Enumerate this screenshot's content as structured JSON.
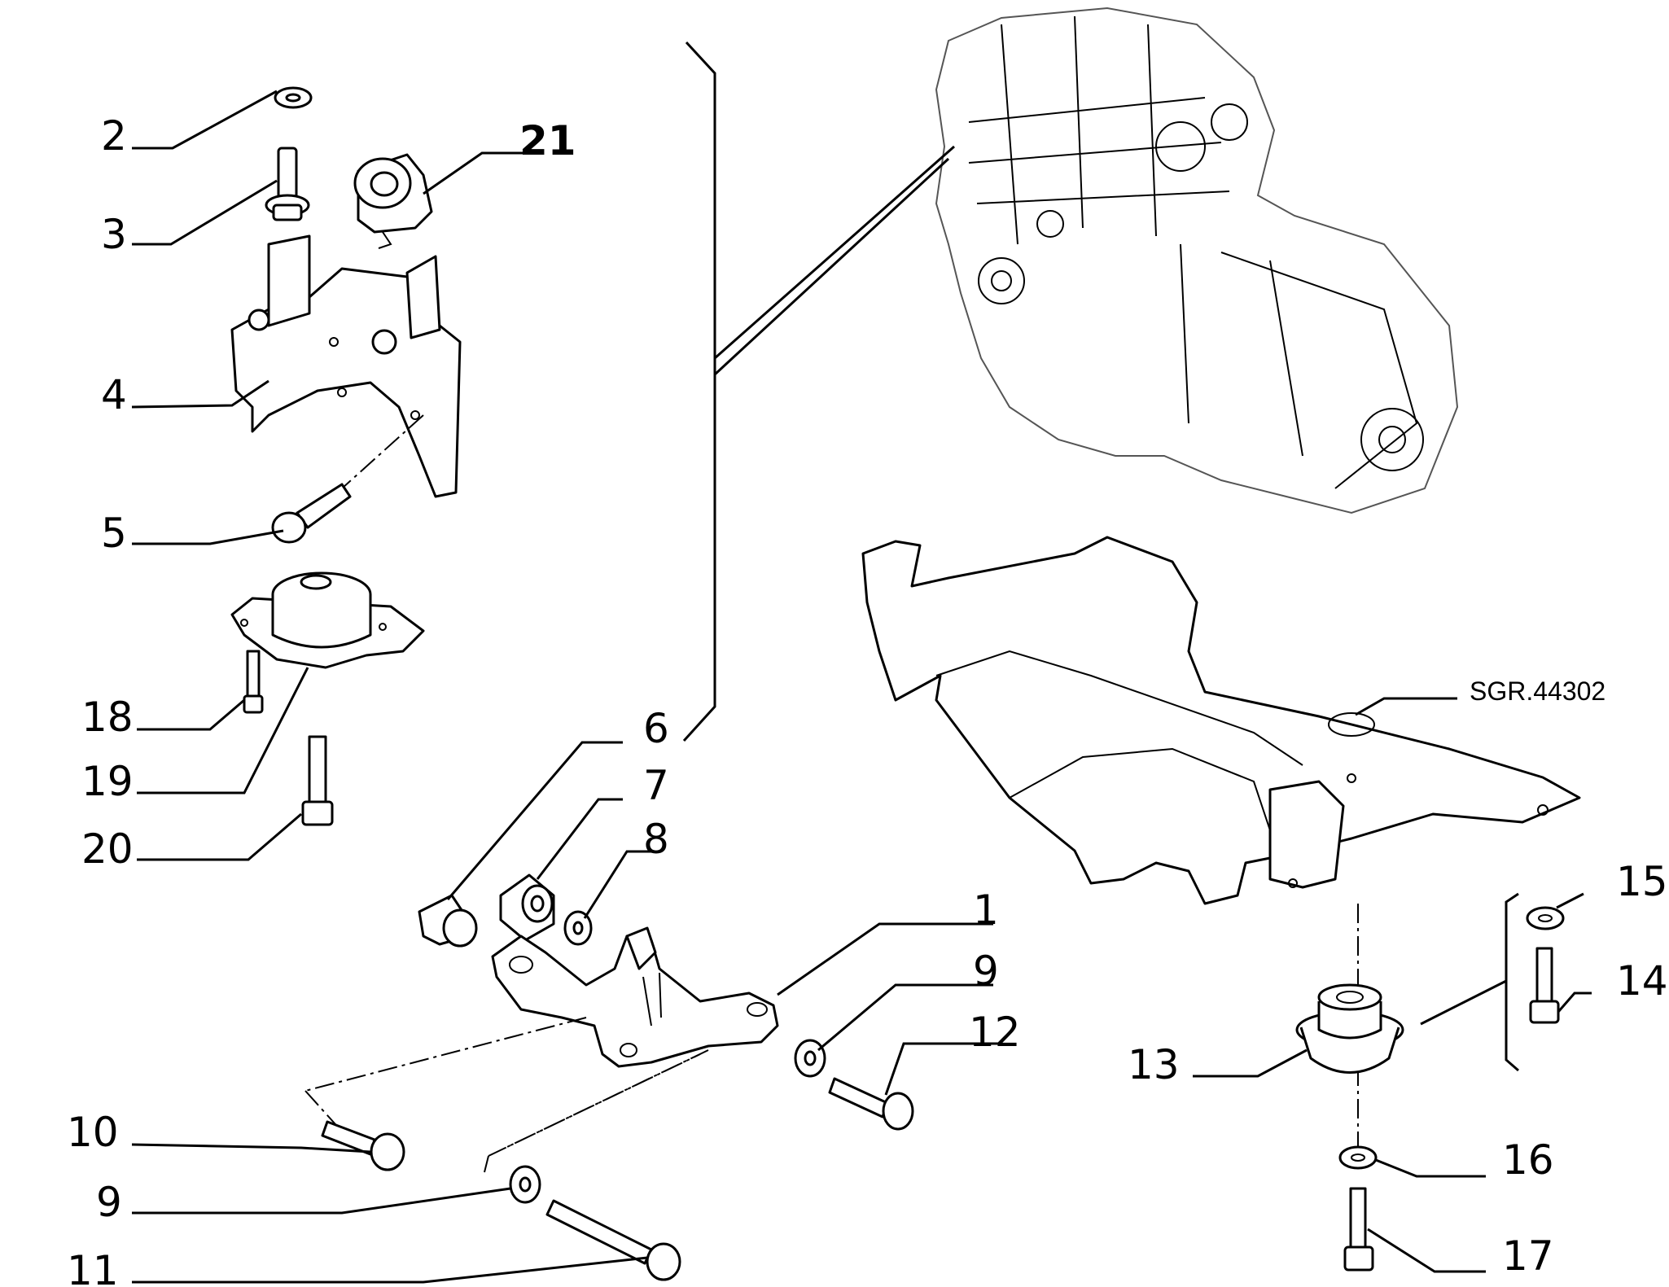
{
  "reference_code": "SGR.44302",
  "callouts": {
    "c1": "1",
    "c2": "2",
    "c3": "3",
    "c4": "4",
    "c5": "5",
    "c6": "6",
    "c7": "7",
    "c8": "8",
    "c9a": "9",
    "c9b": "9",
    "c10": "10",
    "c11": "11",
    "c12": "12",
    "c13": "13",
    "c14": "14",
    "c15": "15",
    "c16": "16",
    "c17": "17",
    "c18": "18",
    "c19": "19",
    "c20": "20",
    "c21": "21"
  }
}
